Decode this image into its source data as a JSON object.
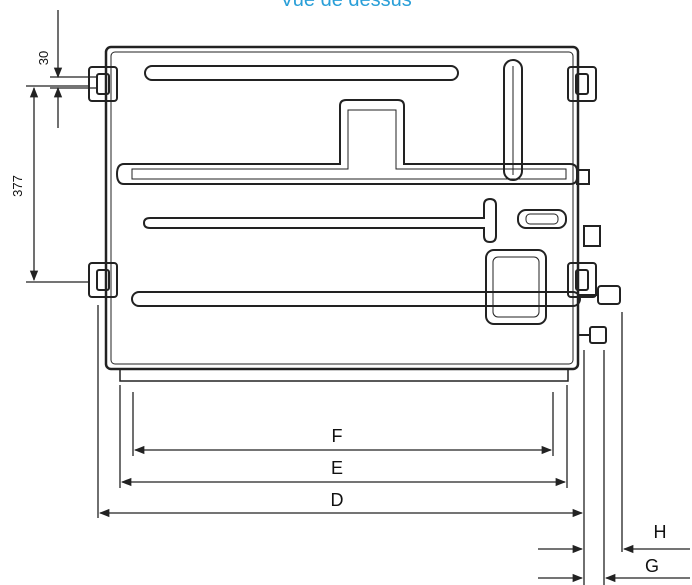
{
  "title": "Vue de dessus",
  "colors": {
    "title": "#2a9fd8",
    "line": "#222222"
  },
  "dimensions": {
    "top_offset": "30",
    "side": "377",
    "F": "F",
    "E": "E",
    "D": "D",
    "H": "H",
    "G": "G"
  }
}
